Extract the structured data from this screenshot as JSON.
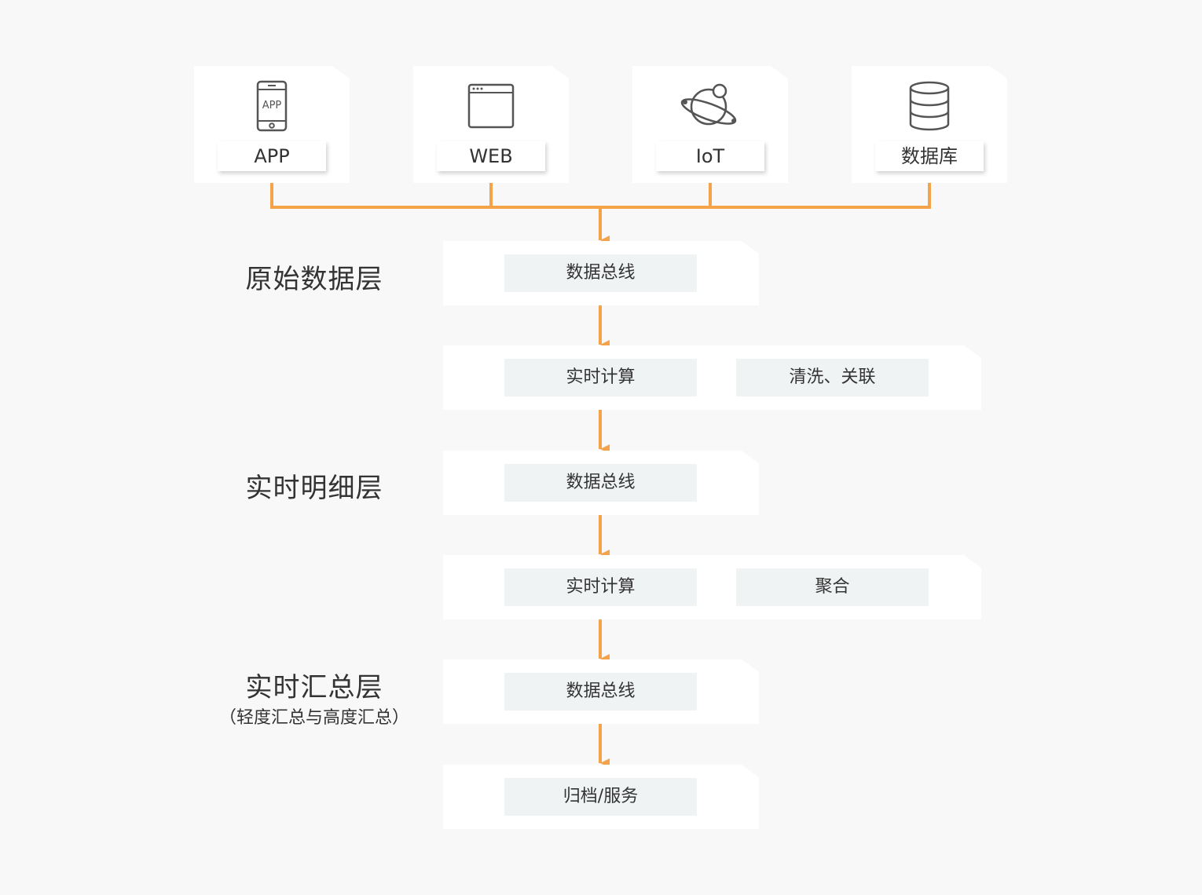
{
  "sources": [
    {
      "label": "APP",
      "icon": "mobile-app-icon"
    },
    {
      "label": "WEB",
      "icon": "browser-window-icon"
    },
    {
      "label": "IoT",
      "icon": "iot-planet-icon"
    },
    {
      "label": "数据库",
      "icon": "database-icon"
    }
  ],
  "icon_texts": {
    "app": "APP"
  },
  "layers": {
    "raw": "原始数据层",
    "detail": "实时明细层",
    "summary": "实时汇总层",
    "summary_note": "（轻度汇总与高度汇总）"
  },
  "rows": {
    "bus1": "数据总线",
    "compute1": "实时计算",
    "clean": "清洗、关联",
    "bus2": "数据总线",
    "compute2": "实时计算",
    "aggregate": "聚合",
    "bus3": "数据总线",
    "archive": "归档/服务"
  },
  "colors": {
    "connector": "#f5a34a",
    "icon": "#555555",
    "chip": "#f0f3f4",
    "background": "#f8f8f8"
  }
}
